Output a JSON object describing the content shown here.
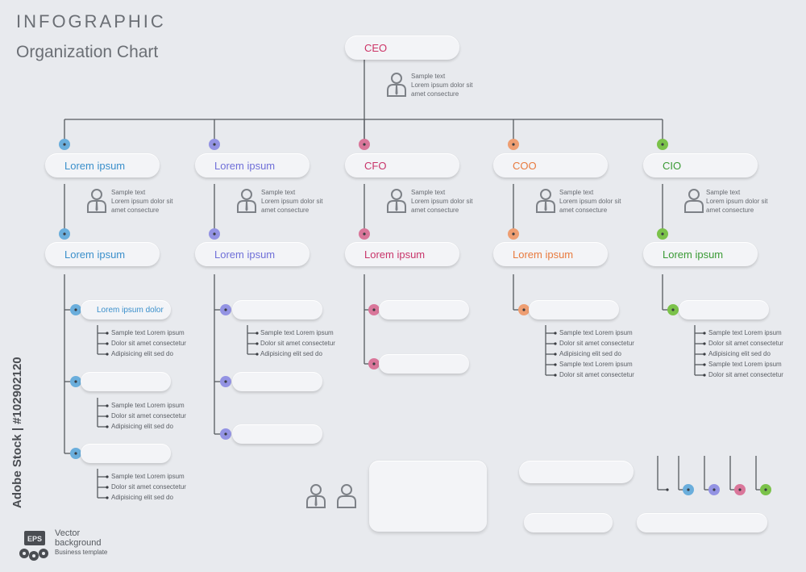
{
  "header": {
    "title": "INFOGRAPHIC",
    "subtitle": "Organization Chart"
  },
  "colors": {
    "ceo": "#cc3366",
    "blue": "#3a8fcb",
    "purple": "#6f6fd8",
    "pink": "#c8346a",
    "orange": "#e87a3e",
    "green": "#3a9a35",
    "line": "#55595e",
    "dot_blue": "#6aaedc",
    "dot_purple": "#9393e3",
    "dot_pink": "#d9769a",
    "dot_orange": "#ee9e72",
    "dot_green": "#7bc24a"
  },
  "chart": {
    "ceo": {
      "label": "CEO",
      "info": [
        "Sample text",
        "Lorem ipsum dolor sit",
        "amet consecture"
      ]
    },
    "executives": [
      {
        "label": "Lorem ipsum",
        "info": [
          "Sample text",
          "Lorem ipsum dolor sit",
          "amet consecture"
        ],
        "manager": {
          "label": "Lorem ipsum"
        }
      },
      {
        "label": "Lorem ipsum",
        "info": [
          "Sample text",
          "Lorem ipsum dolor sit",
          "amet consecture"
        ],
        "manager": {
          "label": "Lorem ipsum"
        }
      },
      {
        "label": "CFO",
        "info": [
          "Sample text",
          "Lorem ipsum dolor sit",
          "amet consecture"
        ],
        "manager": {
          "label": "Lorem ipsum"
        }
      },
      {
        "label": "COO",
        "info": [
          "Sample text",
          "Lorem ipsum dolor sit",
          "amet consecture"
        ],
        "manager": {
          "label": "Lorem ipsum"
        }
      },
      {
        "label": "CIO",
        "info": [
          "Sample text",
          "Lorem ipsum dolor sit",
          "amet consecture"
        ],
        "manager": {
          "label": "Lorem ipsum"
        }
      }
    ],
    "col1_subs": [
      {
        "label": "Lorem ipsum dolor",
        "bullets": [
          "Sample text Lorem ipsum",
          "Dolor sit amet consectetur",
          "Adipisicing elit sed do"
        ]
      },
      {
        "label": "",
        "bullets": [
          "Sample text Lorem ipsum",
          "Dolor sit amet consectetur",
          "Adipisicing elit sed do"
        ]
      },
      {
        "label": "",
        "bullets": [
          "Sample text Lorem ipsum",
          "Dolor sit amet consectetur",
          "Adipisicing elit sed do"
        ]
      }
    ],
    "col2_bullets": [
      "Sample text Lorem ipsum",
      "Dolor sit amet consectetur",
      "Adipisicing elit sed do"
    ],
    "col4_bullets": [
      "Sample text Lorem ipsum",
      "Dolor sit amet consectetur",
      "Adipisicing elit sed do",
      "Sample text Lorem ipsum",
      "Dolor sit amet consectetur"
    ],
    "col5_bullets": [
      "Sample text Lorem ipsum",
      "Dolor sit amet consectetur",
      "Adipisicing elit sed do",
      "Sample text Lorem ipsum",
      "Dolor sit amet consectetur"
    ]
  },
  "footer": {
    "lines": [
      "Vector",
      "background",
      "Business template"
    ],
    "badge": "EPS"
  },
  "watermark": {
    "side_text": "Adobe Stock | #102902120"
  },
  "icons": [
    "person-icon",
    "person-icon-alt",
    "eps-badge-icon"
  ]
}
